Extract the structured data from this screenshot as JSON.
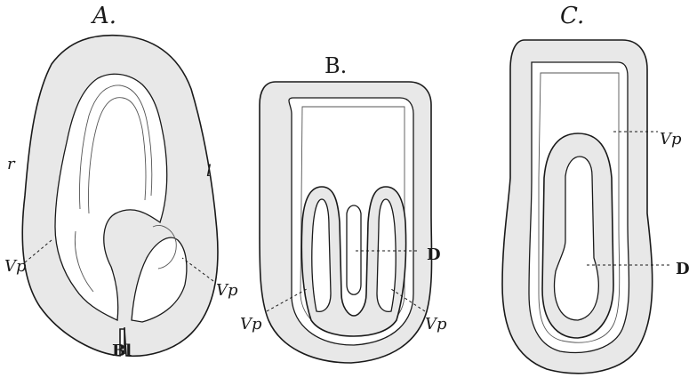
{
  "figures": [
    {
      "id": "A",
      "title": "A.",
      "labels": {
        "right_side": "r",
        "left_side": "l",
        "blastopore": "Bl",
        "vp_left": "Vp",
        "vp_right": "Vp"
      }
    },
    {
      "id": "B",
      "title": "B.",
      "labels": {
        "d": "D",
        "vp_left": "Vp",
        "vp_right": "Vp"
      }
    },
    {
      "id": "C",
      "title": "C.",
      "labels": {
        "vp": "Vp",
        "d": "D"
      }
    }
  ]
}
